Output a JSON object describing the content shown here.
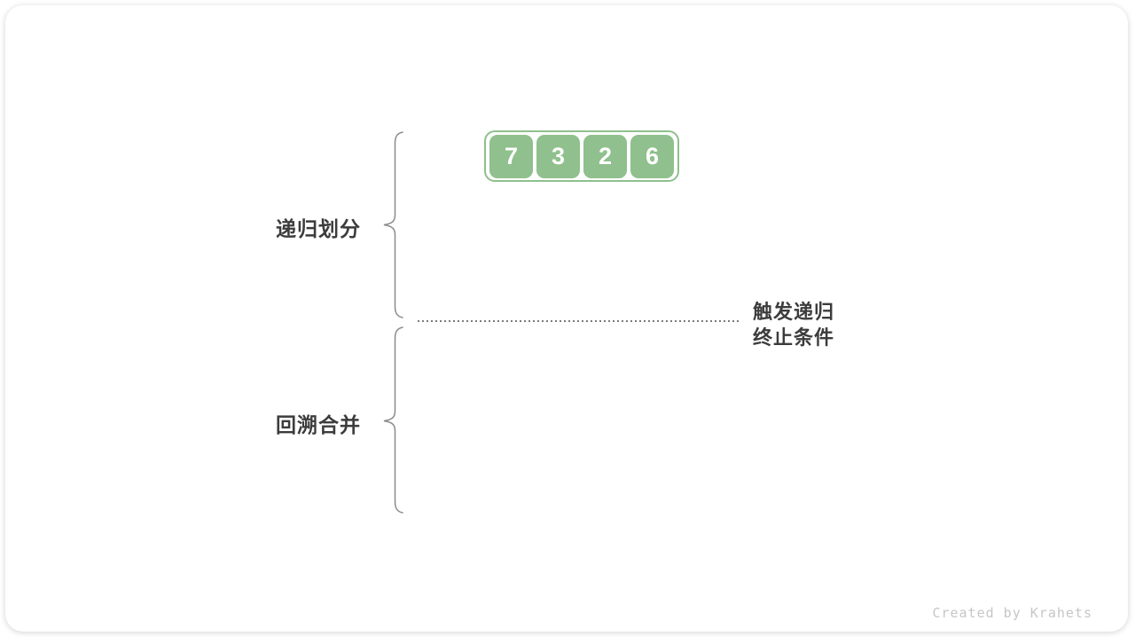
{
  "diagram": {
    "array": {
      "values": [
        "7",
        "3",
        "2",
        "6"
      ]
    },
    "labels": {
      "phase_divide": "递归划分",
      "phase_merge": "回溯合并",
      "termination_line1": "触发递归",
      "termination_line2": "终止条件"
    },
    "watermark": "Created by Krahets",
    "colors": {
      "cell_green": "#8FC08D",
      "text_dark": "#3C3C3C",
      "line_gray": "#8A8A8A",
      "watermark_gray": "#C6C6C6"
    }
  }
}
